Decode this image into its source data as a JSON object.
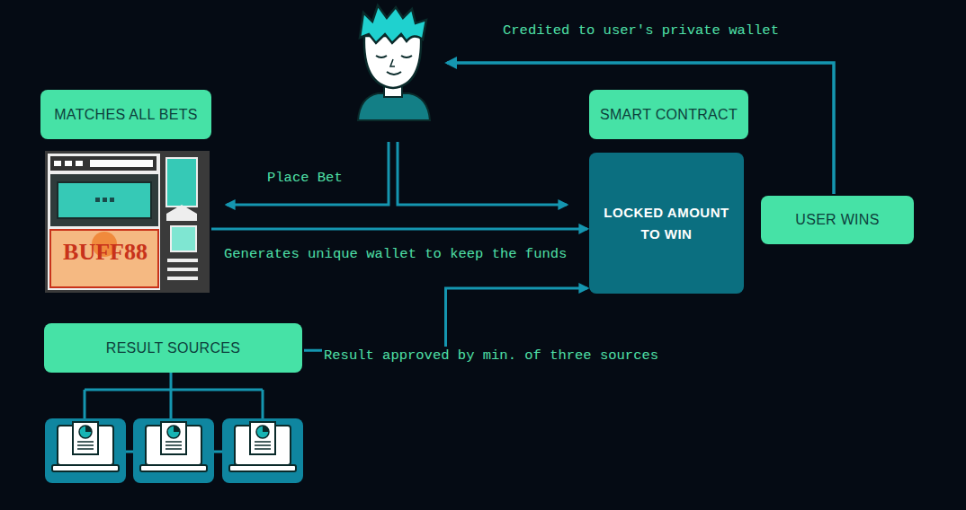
{
  "diagram": {
    "nodes": [
      {
        "text": [
          "MATCHES ALL BETS"
        ]
      },
      {
        "text": [
          "SMART CONTRACT"
        ]
      },
      {
        "text": [
          "BUFF88"
        ]
      },
      {
        "text": [
          "LOCKED AMOUNT TO WIN"
        ]
      },
      {
        "text": [
          "USER WINS"
        ]
      },
      {
        "text": [
          "RESULT SOURCES"
        ]
      }
    ],
    "edges": [
      {
        "from": 2,
        "to": 3,
        "label": "Generates unique wallet to keep the funds",
        "arrow": "to"
      },
      {
        "from": 5,
        "to": 3,
        "label": "Result approved by min. of three sources",
        "arrow": "to"
      }
    ],
    "labels": [
      "Credited to user's private wallet",
      "Place Bet"
    ]
  }
}
